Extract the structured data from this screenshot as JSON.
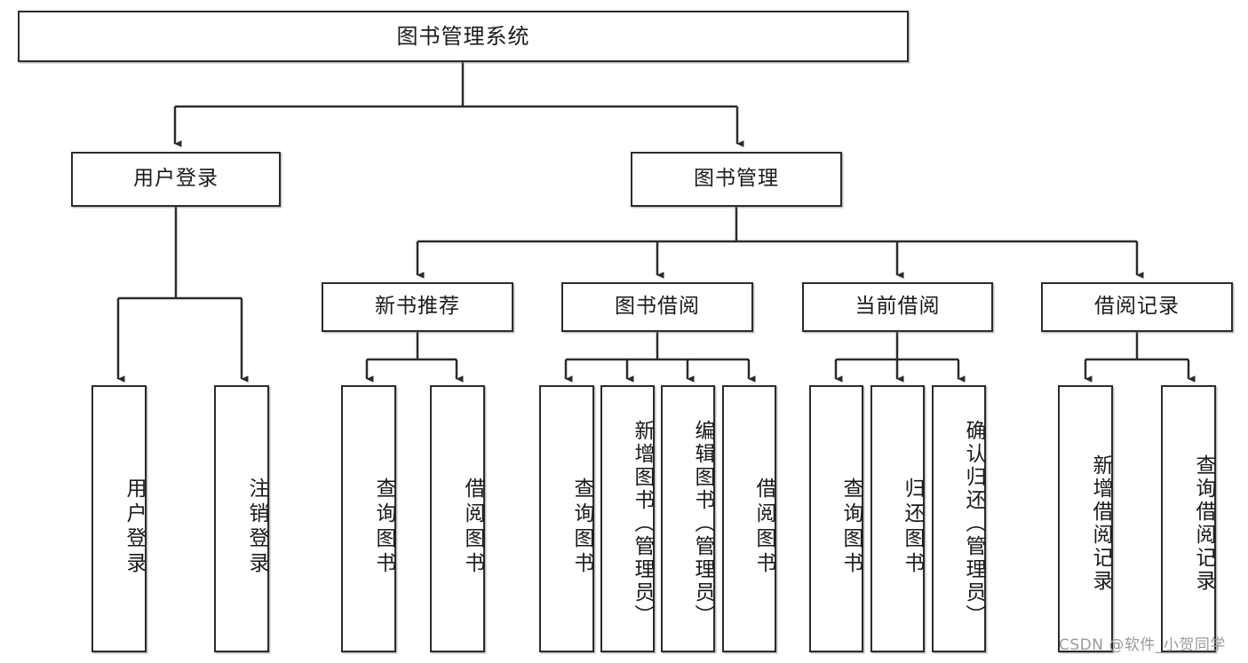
{
  "diagram": {
    "title": "图书管理系统",
    "type": "tree-hierarchy",
    "root": {
      "label": "图书管理系统"
    },
    "level2": [
      {
        "label": "用户登录"
      },
      {
        "label": "图书管理"
      }
    ],
    "level3": [
      {
        "label": "新书推荐"
      },
      {
        "label": "图书借阅"
      },
      {
        "label": "当前借阅"
      },
      {
        "label": "借阅记录"
      }
    ],
    "leaves_user_login": [
      {
        "label": "用户登录"
      },
      {
        "label": "注销登录"
      }
    ],
    "leaves_new_book": [
      {
        "label": "查询图书"
      },
      {
        "label": "借阅图书"
      }
    ],
    "leaves_borrow": [
      {
        "label": "查询图书"
      },
      {
        "label": "新增图书（管理员）"
      },
      {
        "label": "编辑图书（管理员）"
      },
      {
        "label": "借阅图书"
      }
    ],
    "leaves_current": [
      {
        "label": "查询图书"
      },
      {
        "label": "归还图书"
      },
      {
        "label": "确认归还（管理员）"
      }
    ],
    "leaves_record": [
      {
        "label": "新增借阅记录"
      },
      {
        "label": "查询借阅记录"
      }
    ]
  },
  "watermark": {
    "text": "CSDN @软件_小贺同学"
  },
  "colors": {
    "stroke": "#2b2b2b",
    "fill": "#ffffff",
    "text": "#1a1a1a",
    "watermark": "#9a9a9a"
  }
}
